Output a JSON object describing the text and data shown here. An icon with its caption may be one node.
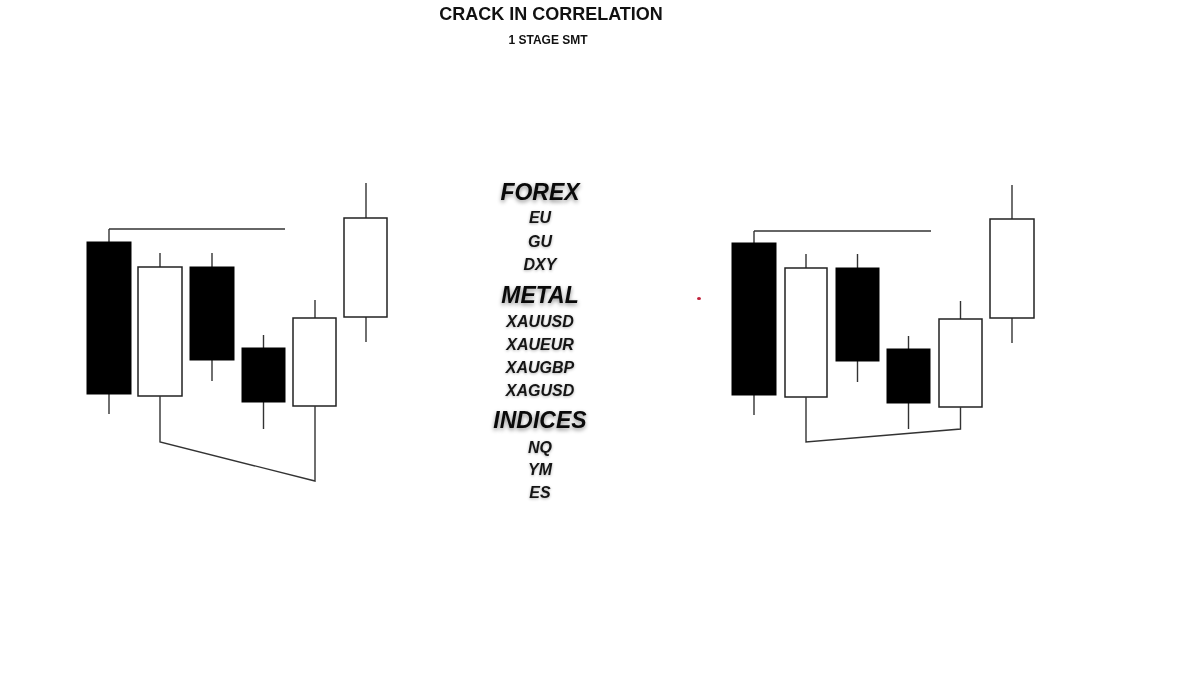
{
  "diagram": {
    "title": "CRACK IN CORRELATION",
    "nodes": [
      {
        "text": [],
        "shape": "bar"
      },
      {
        "text": [],
        "shape": "bar"
      },
      {
        "text": [],
        "shape": "bar"
      },
      {
        "text": [],
        "shape": "bar"
      },
      {
        "text": [],
        "shape": "bar"
      },
      {
        "text": [],
        "shape": "bar"
      },
      {
        "text": [],
        "shape": "bar"
      },
      {
        "text": [],
        "shape": "bar"
      },
      {
        "text": [],
        "shape": "bar"
      },
      {
        "text": [],
        "shape": "bar"
      },
      {
        "text": [],
        "shape": "bar"
      },
      {
        "text": [],
        "shape": "bar"
      }
    ],
    "edges": [
      {
        "from": 0,
        "to": null,
        "arrow": "none"
      },
      {
        "from": 1,
        "to": 4,
        "arrow": "none"
      },
      {
        "from": 6,
        "to": null,
        "arrow": "none"
      },
      {
        "from": 7,
        "to": 10,
        "arrow": "none"
      }
    ],
    "labels": [
      "1 STAGE SMT",
      "FOREX",
      "EU",
      "GU",
      "DXY",
      "METAL",
      "XAUUSD",
      "XAUEUR",
      "XAUGBP",
      "XAGUSD",
      "INDICES",
      "NQ",
      "YM",
      "ES"
    ]
  }
}
